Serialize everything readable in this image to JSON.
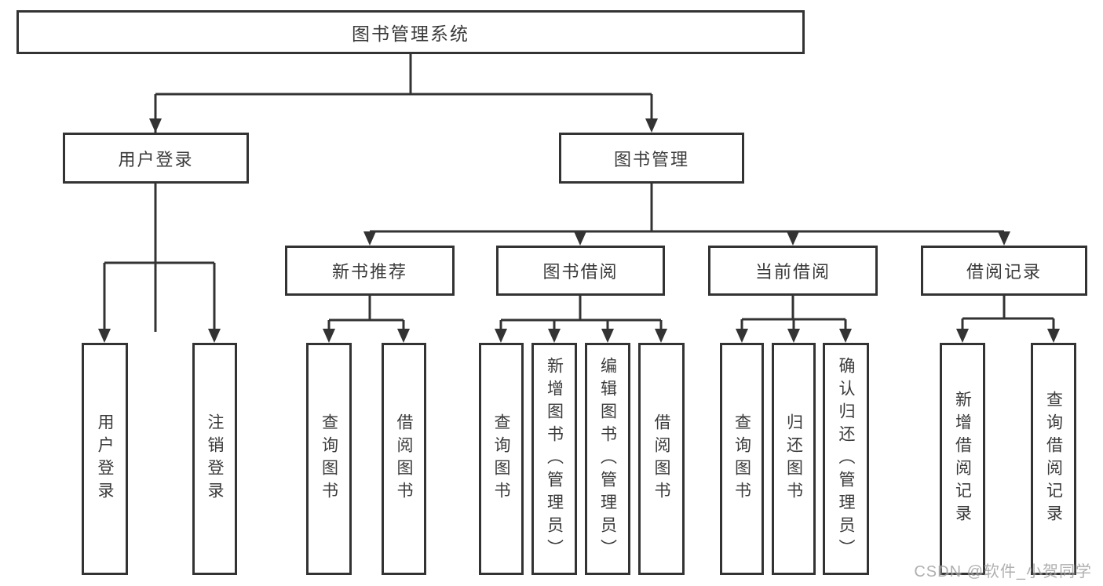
{
  "diagram": {
    "root": {
      "label": "图书管理系统"
    },
    "level2": [
      {
        "label": "用户登录",
        "children": [
          {
            "label": "用户登录"
          },
          {
            "label": "注销登录"
          }
        ]
      },
      {
        "label": "图书管理",
        "children": [
          {
            "label": "新书推荐",
            "children": [
              {
                "label": "查询图书"
              },
              {
                "label": "借阅图书"
              }
            ]
          },
          {
            "label": "图书借阅",
            "children": [
              {
                "label": "查询图书"
              },
              {
                "label": "新增图书（管理员）"
              },
              {
                "label": "编辑图书（管理员）"
              },
              {
                "label": "借阅图书"
              }
            ]
          },
          {
            "label": "当前借阅",
            "children": [
              {
                "label": "查询图书"
              },
              {
                "label": "归还图书"
              },
              {
                "label": "确认归还（管理员）"
              }
            ]
          },
          {
            "label": "借阅记录",
            "children": [
              {
                "label": "新增借阅记录"
              },
              {
                "label": "查询借阅记录"
              }
            ]
          }
        ]
      }
    ]
  },
  "colors": {
    "line": "#333333",
    "text": "#3a3a3a",
    "watermark": "#9c9c9c"
  },
  "watermark": {
    "text": "CSDN @软件_小贺同学"
  }
}
